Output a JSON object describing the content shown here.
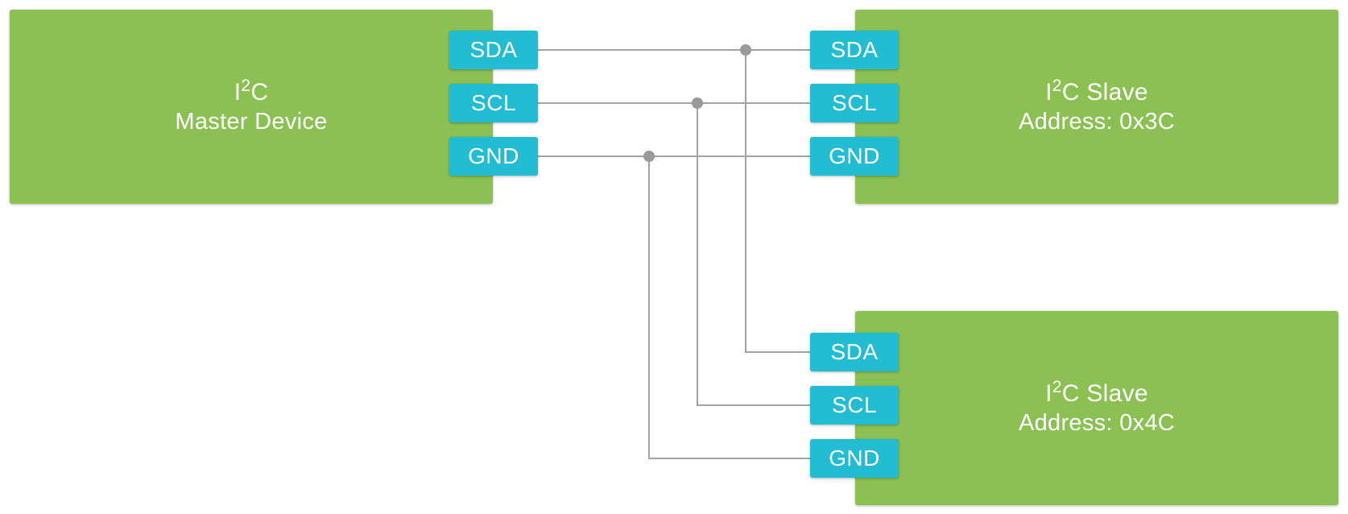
{
  "master": {
    "title_base": "I",
    "title_sup": "2",
    "title_rest": "C",
    "subtitle": "Master Device",
    "pins": [
      "SDA",
      "SCL",
      "GND"
    ]
  },
  "slave1": {
    "title_base": "I",
    "title_sup": "2",
    "title_rest": "C Slave",
    "subtitle": "Address: 0x3C",
    "pins": [
      "SDA",
      "SCL",
      "GND"
    ]
  },
  "slave2": {
    "title_base": "I",
    "title_sup": "2",
    "title_rest": "C Slave",
    "subtitle": "Address: 0x4C",
    "pins": [
      "SDA",
      "SCL",
      "GND"
    ]
  },
  "colors": {
    "device": "#8bc152",
    "pin": "#22bcd3",
    "wire": "#a3a3a3",
    "junction": "#999999"
  }
}
